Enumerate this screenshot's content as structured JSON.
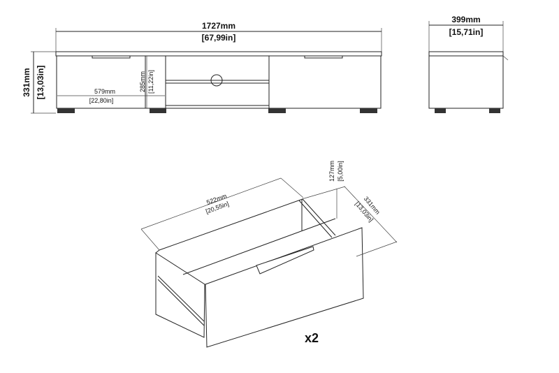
{
  "front_view": {
    "width_mm": "1727mm",
    "width_in": "[67,99in]",
    "height_mm": "331mm",
    "height_in": "[13,03in]",
    "drawer_width_mm": "579mm",
    "drawer_width_in": "[22,80in]",
    "inner_height_mm": "285mm",
    "inner_height_in": "[11,22in]"
  },
  "side_view": {
    "depth_mm": "399mm",
    "depth_in": "[15,71in]"
  },
  "drawer_view": {
    "length_mm": "522mm",
    "length_in": "[20,55in]",
    "height_mm": "127mm",
    "height_in": "[5,00in]",
    "depth_mm": "331mm",
    "depth_in": "[13,03in]",
    "quantity": "x2"
  }
}
